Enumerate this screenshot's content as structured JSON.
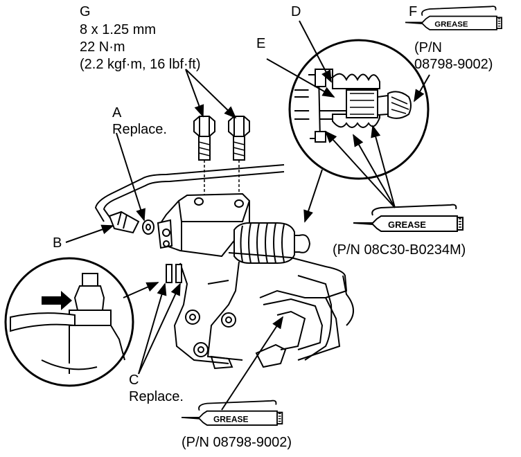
{
  "labels": {
    "g": {
      "letter": "G",
      "size": "8 x 1.25 mm",
      "torque_nm": "22 N·m",
      "torque_alt": "(2.2 kgf·m, 16 lbf·ft)"
    },
    "a": {
      "letter": "A",
      "action": "Replace."
    },
    "b": {
      "letter": "B"
    },
    "c": {
      "letter": "C",
      "action": "Replace."
    },
    "d": {
      "letter": "D"
    },
    "e": {
      "letter": "E"
    },
    "f": {
      "letter": "F",
      "pn_line1": "(P/N",
      "pn_line2": "08798-9002)"
    }
  },
  "grease_tubes": [
    {
      "text": "GREASE"
    },
    {
      "text": "GREASE",
      "pn": "(P/N 08C30-B0234M)"
    },
    {
      "text": "GREASE",
      "pn": "(P/N 08798-9002)"
    }
  ]
}
